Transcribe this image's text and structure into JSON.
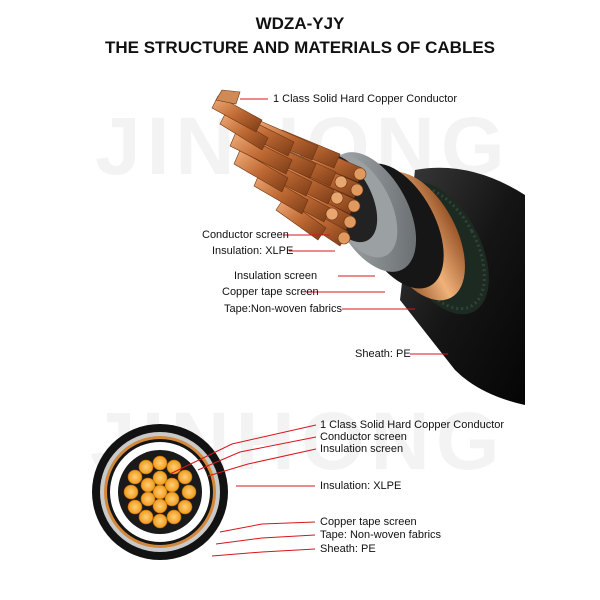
{
  "header": {
    "model": "WDZA-YJY",
    "title": "THE STRUCTURE AND MATERIALS OF CABLES"
  },
  "watermark": "JINHONG",
  "colors": {
    "copper": "#c8773f",
    "leader_line": "#d8141c",
    "sheath": "#1c1c1c",
    "insulation": "#8e9396",
    "conductor_fill": "#f2a020"
  },
  "side_view": {
    "labels": [
      "1 Class Solid Hard Copper Conductor",
      "Conductor screen",
      "Insulation: XLPE",
      "Insulation screen",
      "Copper tape screen",
      "Tape:Non-woven fabrics",
      "Sheath: PE"
    ]
  },
  "cross_section": {
    "labels": [
      "1 Class Solid Hard Copper Conductor",
      "Conductor screen",
      "Insulation screen",
      "Insulation: XLPE",
      "Copper tape screen",
      "Tape: Non-woven fabrics",
      "Sheath: PE"
    ]
  }
}
